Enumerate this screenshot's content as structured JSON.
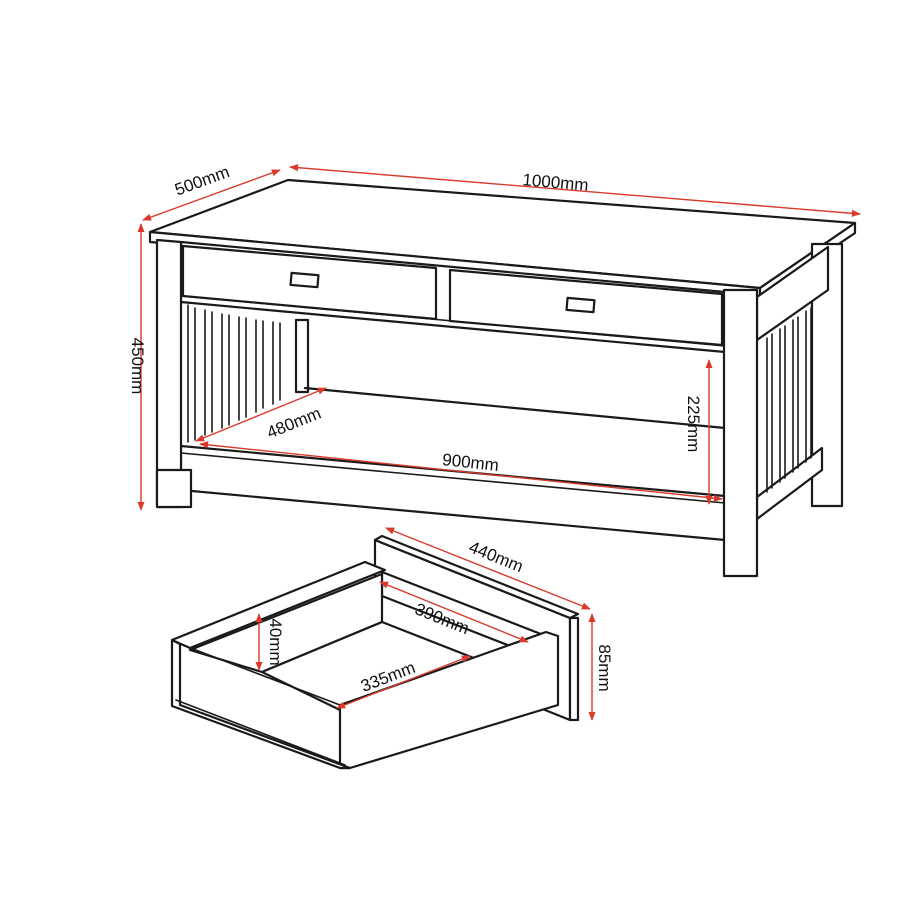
{
  "colors": {
    "outline": "#1a1a1a",
    "dimension_arrow": "#d93a2b",
    "background": "#ffffff",
    "label": "#111111"
  },
  "dimensions": {
    "table_depth": "500mm",
    "table_width": "1000mm",
    "table_height": "450mm",
    "shelf_depth": "480mm",
    "shelf_width": "900mm",
    "shelf_clearance": "225mm",
    "drawer_front_width": "440mm",
    "drawer_inner_length": "390mm",
    "drawer_inner_width": "335mm",
    "drawer_inner_height": "40mm",
    "drawer_front_height": "85mm"
  }
}
